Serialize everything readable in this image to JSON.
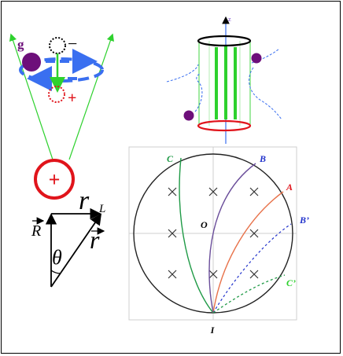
{
  "panel_left": {
    "particle_label": "g",
    "negative_sign": "−",
    "positive_sign": "+",
    "nucleus_sign": "+",
    "vector_rl": "r",
    "vector_rl_sub": "L",
    "vector_R": "R",
    "vector_r": "r",
    "angle_theta": "θ"
  },
  "panel_top_right": {
    "axis_label": "z"
  },
  "panel_bottom_right": {
    "curve_labels": {
      "c": "C",
      "b": "B",
      "a": "A",
      "b_prime": "B’",
      "c_prime": "C’"
    },
    "origin_label": "O",
    "bottom_point_label": "I"
  },
  "colors": {
    "green": "#2ed12e",
    "blue_dash": "#3a6ff0",
    "purple": "#6d0f7a",
    "red": "#e0141b",
    "orange": "#e8724a",
    "dark_blue": "#2a2a9a",
    "curve_green": "#1f9a46",
    "curve_purple": "#6a4d9a",
    "curve_blue": "#2233cc"
  }
}
